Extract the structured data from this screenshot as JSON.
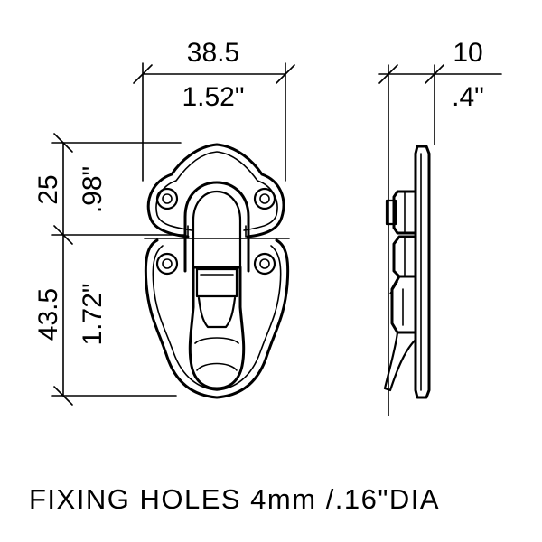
{
  "dimensions": {
    "width_mm": "38.5",
    "width_in": "1.52\"",
    "depth_mm": "10",
    "depth_in": ".4\"",
    "upper_height_mm": "25",
    "upper_height_in": ".98\"",
    "lower_height_mm": "43.5",
    "lower_height_in": "1.72\""
  },
  "caption": "FIXING HOLES 4mm /.16\"DIA"
}
